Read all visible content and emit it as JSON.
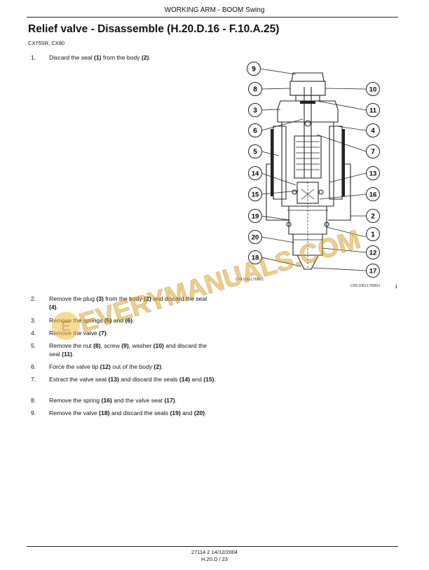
{
  "header": "WORKING ARM - BOOM Swing",
  "title": "Relief valve - Disassemble (H.20.D.16 - F.10.A.25)",
  "models": "CX75SR, CX80",
  "steps": [
    {
      "num": "1.",
      "parts": [
        [
          "Discard the seal ",
          false
        ],
        [
          "(1)",
          true
        ],
        [
          " from the body ",
          false
        ],
        [
          "(2)",
          true
        ],
        [
          ".",
          false
        ]
      ]
    },
    {
      "num": "2.",
      "parts": [
        [
          "Remove the plug ",
          false
        ],
        [
          "(3)",
          true
        ],
        [
          " from the body ",
          false
        ],
        [
          "(2)",
          true
        ],
        [
          " and discard the seal ",
          false
        ],
        [
          "(4)",
          true
        ],
        [
          ".",
          false
        ]
      ]
    },
    {
      "num": "3.",
      "parts": [
        [
          "Remove the springs ",
          false
        ],
        [
          "(5)",
          true
        ],
        [
          " and ",
          false
        ],
        [
          "(6)",
          true
        ],
        [
          ".",
          false
        ]
      ]
    },
    {
      "num": "4.",
      "parts": [
        [
          "Remove the valve ",
          false
        ],
        [
          "(7)",
          true
        ],
        [
          ".",
          false
        ]
      ]
    },
    {
      "num": "5.",
      "parts": [
        [
          "Remove the nut ",
          false
        ],
        [
          "(8)",
          true
        ],
        [
          ", screw ",
          false
        ],
        [
          "(9)",
          true
        ],
        [
          ", washer ",
          false
        ],
        [
          "(10)",
          true
        ],
        [
          " and discard the seal ",
          false
        ],
        [
          "(11)",
          true
        ],
        [
          ".",
          false
        ]
      ]
    },
    {
      "num": "6.",
      "parts": [
        [
          "Force the valve tip ",
          false
        ],
        [
          "(12)",
          true
        ],
        [
          " out of the body ",
          false
        ],
        [
          "(2)",
          true
        ],
        [
          ".",
          false
        ]
      ]
    },
    {
      "num": "7.",
      "parts": [
        [
          "Extract the valve seat ",
          false
        ],
        [
          "(13)",
          true
        ],
        [
          " and discard the seals ",
          false
        ],
        [
          "(14)",
          true
        ],
        [
          " and ",
          false
        ],
        [
          "(15)",
          true
        ],
        [
          ".",
          false
        ]
      ]
    },
    {
      "num": "8.",
      "parts": [
        [
          "Remove the spring ",
          false
        ],
        [
          "(16)",
          true
        ],
        [
          " and the valve seat ",
          false
        ],
        [
          "(17)",
          true
        ],
        [
          ".",
          false
        ]
      ]
    },
    {
      "num": "9.",
      "parts": [
        [
          "Remove the valve ",
          false
        ],
        [
          "(18)",
          true
        ],
        [
          " and discard the seals ",
          false
        ],
        [
          "(19)",
          true
        ],
        [
          " and ",
          false
        ],
        [
          "(20)",
          true
        ],
        [
          ".",
          false
        ]
      ]
    }
  ],
  "figure": {
    "code_inner": "CRL03G176B01",
    "code_right": "CRL03G176B01",
    "number": "1",
    "callouts_left": [
      "9",
      "8",
      "3",
      "6",
      "5",
      "14",
      "15",
      "19",
      "20",
      "18"
    ],
    "callouts_right": [
      "10",
      "11",
      "4",
      "7",
      "13",
      "16",
      "2",
      "1",
      "12",
      "17"
    ]
  },
  "watermark": {
    "text": "EVERYMANUALS.COM",
    "letter": "E"
  },
  "footer": {
    "line1": "27114 2 14/12/2004",
    "line2": "H.20.D / 23"
  }
}
